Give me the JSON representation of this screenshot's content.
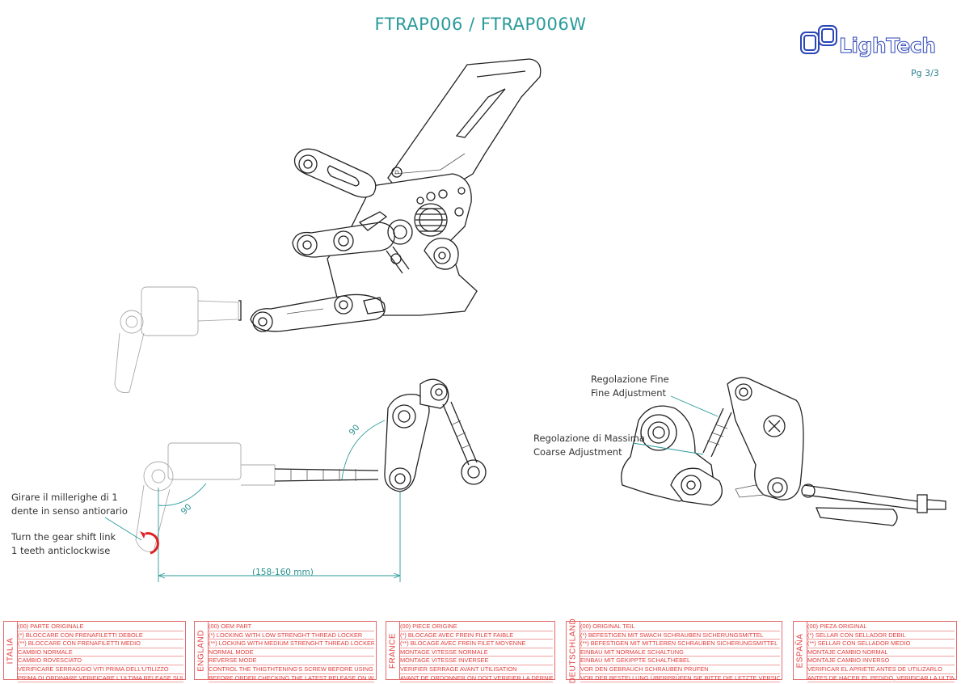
{
  "header": {
    "title": "FTRAP006 / FTRAP006W",
    "brand": "LighTech",
    "page": "Pg 3/3"
  },
  "annotations": {
    "fine_it": "Regolazione Fine",
    "fine_en": "Fine Adjustment",
    "coarse_it": "Regolazione di Massima",
    "coarse_en": "Coarse Adjustment",
    "girare_1": "Girare il millerighe di 1",
    "girare_2": "dente in senso antiorario",
    "turn_1": "Turn the gear shift link",
    "turn_2": "1 teeth anticlockwise",
    "angle_a": "90",
    "angle_b": "90",
    "dimension": "(158-160 mm)"
  },
  "footer": {
    "languages": [
      {
        "name": "ITALIA",
        "lines": [
          "(00) PARTE ORIGINALE",
          "(*)   BLOCCARE CON FRENAFILETTI DEBOLE",
          "(**)  BLOCCARE CON FRENAFILETTI MEDIO",
          "CAMBIO NORMALE",
          "CAMBIO ROVESCIATO",
          "VERIFICARE SERRAGGIO VITI PRIMA DELL'UTILIZZO",
          "PRIMA DI ORDINARE VERIFICARE L'ULTIMA RELEASE SUL SITO"
        ]
      },
      {
        "name": "ENGLAND",
        "lines": [
          "(00) OEM PART",
          "(*)   LOCKING WITH LOW STRENGHT THREAD LOCKER",
          "(**)  LOCKING WITH MEDIUM STRENGHT THREAD LOCKER",
          "NORMAL MODE",
          "REVERSE MODE",
          "CONTROL THE THIGTHTENING'S SCREW BEFORE USING",
          "BEFORE ORDER CHECKING THE LATEST RELEASE ON WEBSITE"
        ]
      },
      {
        "name": "FRANCE",
        "lines": [
          "(00) PIECE ORIGINE",
          "(*)   BLOCAGE AVEC FREIN FILET FAIBLE",
          "(**)  BLOCAGE AVEC FREIN FILET MOYENNE",
          "MONTAGE VITESSE NORMALE",
          "MONTAGE VITESSE INVERSEE",
          "VERIFIER SERRAGE AVANT UTILISATION",
          "AVANT DE ORDONNER ON DOIT VERIFIER LA DERNIERE RELEASE SUR LE SITE INTERNET"
        ]
      },
      {
        "name": "DEUTSCHLAND",
        "lines": [
          "(00) ORIGINAL TEIL",
          "(*)   BEFESTIGEN MIT SWACH SCHRAUBEN SICHERUNGSMITTEL",
          "(**)  BEFESTIGEN MIT MITTLEREN SCHRAUBEN SICHERUNGSMITTEL",
          "EINBAU MIT NORMALE SCHALTUNG",
          "EINBAU MIT GEKIPPTE SCHALTHEBEL",
          "VOR DEN GEBRAUCH SCHRAUBEN PRUFEN",
          "VOR DER BESTELLUNG ÜBERPRÜFEN SIE BITTE DIE LETZTE VERSION DIESER ARTIKEL AUF DER INTERNET SEITE VON LIGHTECH"
        ]
      },
      {
        "name": "ESPAÑA",
        "lines": [
          "(00) PIEZA ORIGINAL",
          "(*)   SELLAR CON SELLADOR DEBIL",
          "(**)  SELLAR CON SELLADOR MEDIO",
          "MONTAJE  CAMBIO NORMAL",
          "MONTAJE  CAMBIO INVERSO",
          "VERIFICAR EL APRIETE ANTES DE UTILIZARLO",
          "ANTES DE HACER EL PEDIDO, VERIFICAR LA ULTIMA VERSION EN LA WEB LIGHTECH"
        ]
      }
    ]
  }
}
